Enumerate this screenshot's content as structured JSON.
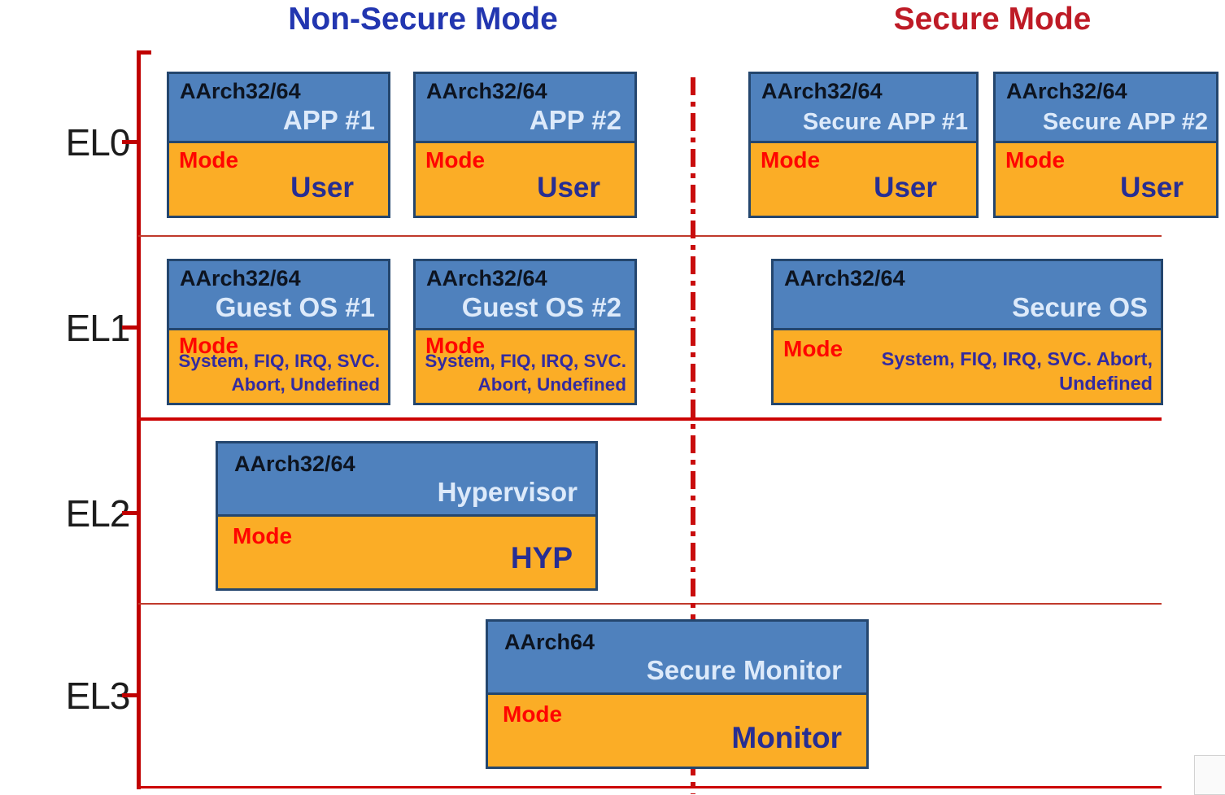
{
  "titles": {
    "non_secure": "Non-Secure Mode",
    "secure": "Secure Mode"
  },
  "exception_levels": [
    {
      "label": "EL0"
    },
    {
      "label": "EL1"
    },
    {
      "label": "EL2"
    },
    {
      "label": "EL3"
    }
  ],
  "boxes": {
    "app1": {
      "arch": "AArch32/64",
      "name": "APP #1",
      "mode_label": "Mode",
      "mode_value": "User"
    },
    "app2": {
      "arch": "AArch32/64",
      "name": "APP #2",
      "mode_label": "Mode",
      "mode_value": "User"
    },
    "sapp1": {
      "arch": "AArch32/64",
      "name": "Secure APP #1",
      "mode_label": "Mode",
      "mode_value": "User"
    },
    "sapp2": {
      "arch": "AArch32/64",
      "name": "Secure APP #2",
      "mode_label": "Mode",
      "mode_value": "User"
    },
    "gos1": {
      "arch": "AArch32/64",
      "name": "Guest OS #1",
      "mode_label": "Mode",
      "mode_lines": [
        "System, FIQ, IRQ, SVC.",
        "Abort, Undefined"
      ]
    },
    "gos2": {
      "arch": "AArch32/64",
      "name": "Guest OS #2",
      "mode_label": "Mode",
      "mode_lines": [
        "System, FIQ, IRQ, SVC.",
        "Abort, Undefined"
      ]
    },
    "sos": {
      "arch": "AArch32/64",
      "name": "Secure OS",
      "mode_label": "Mode",
      "mode_lines": [
        "System, FIQ, IRQ, SVC. Abort,",
        "Undefined"
      ]
    },
    "hyp": {
      "arch": "AArch32/64",
      "name": "Hypervisor",
      "mode_label": "Mode",
      "mode_value": "HYP"
    },
    "mon": {
      "arch": "AArch64",
      "name": "Secure Monitor",
      "mode_label": "Mode",
      "mode_value": "Monitor"
    }
  },
  "colors": {
    "header_blue": "#4F81BD",
    "body_orange": "#FBAD26",
    "box_border_navy": "#24466E",
    "title_blue": "#2236B0",
    "title_red": "#BE1B26",
    "line_red": "#C00000",
    "mode_label_red": "#FF0500",
    "mode_value_navy": "#272E93",
    "header_name_lightblue": "#DDEAFA",
    "arch_text_black": "#0D1420"
  }
}
